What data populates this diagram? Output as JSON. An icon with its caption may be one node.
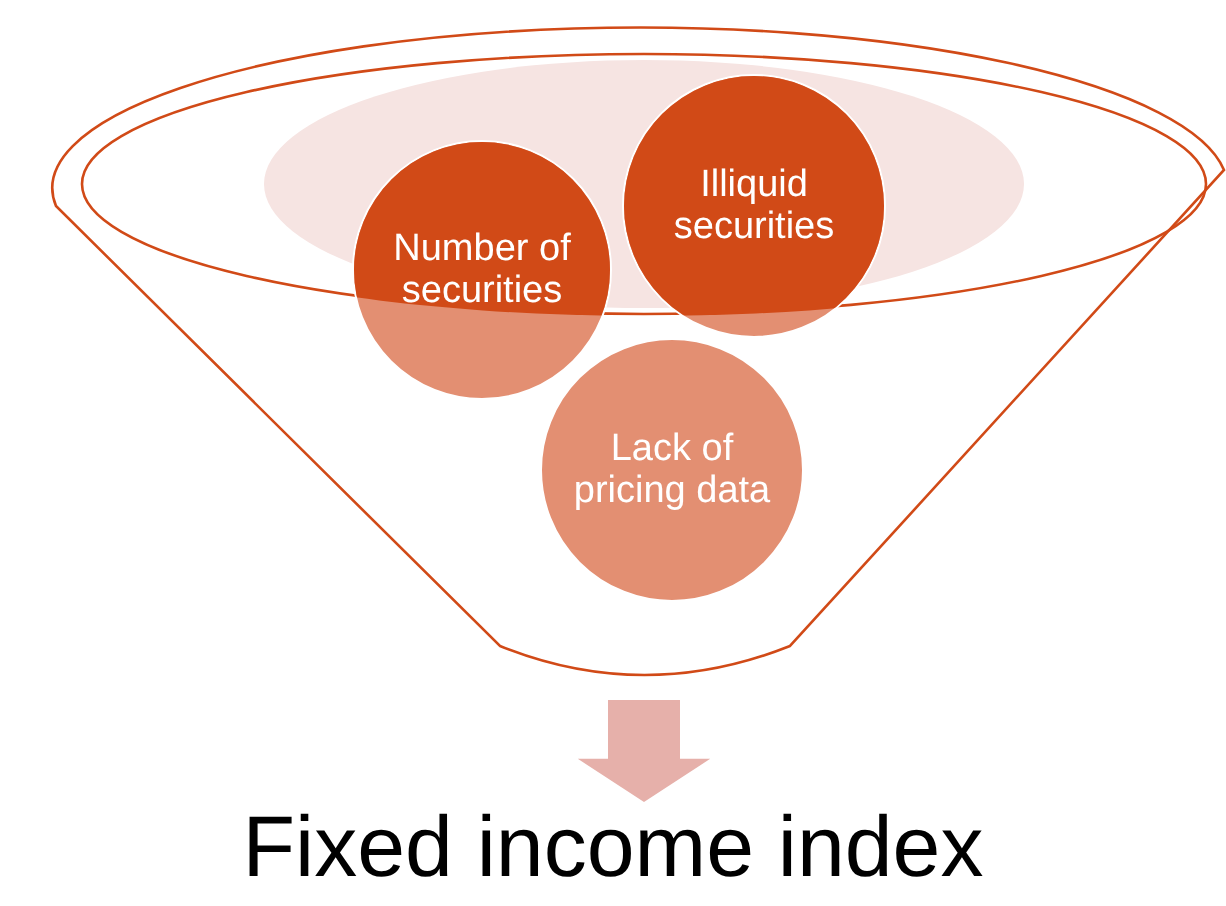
{
  "diagram": {
    "nodes": [
      {
        "text": [],
        "shape": "funnel"
      },
      {
        "text": [
          "Number of securities"
        ],
        "in": 0
      },
      {
        "text": [
          "Illiquid securities"
        ],
        "in": 0
      },
      {
        "text": [
          "Lack of pricing data"
        ],
        "in": 0
      },
      {
        "text": [
          "Fixed income index"
        ]
      }
    ],
    "edges": [
      {
        "from": 0,
        "to": 4,
        "arrow": "to",
        "style": "thick",
        "color": "#e6b0aa"
      }
    ]
  }
}
